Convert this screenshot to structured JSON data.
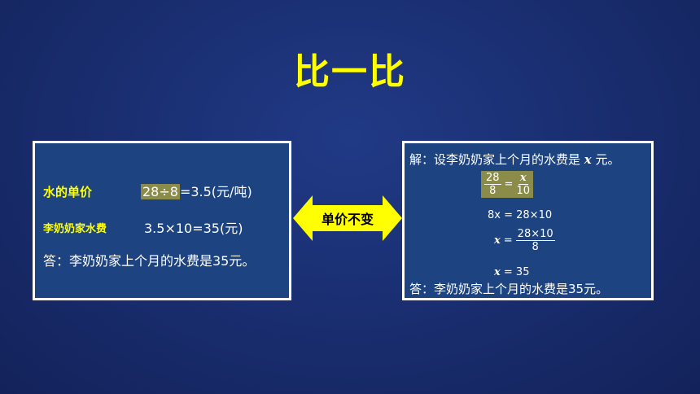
{
  "title": "比一比",
  "left": {
    "unit_price_label": "水的单价",
    "unit_price_expr_hl": "28÷8",
    "unit_price_expr_rest": "=3.5(元/吨)",
    "water_fee_label": "李奶奶家水费",
    "water_fee_expr": "3.5×10=35(元)",
    "answer": "答：李奶奶家上个月的水费是35元。"
  },
  "arrow": {
    "label": "单价不变"
  },
  "right": {
    "intro": "解：设李奶奶家上个月的水费是",
    "var": "x",
    "intro_unit": "元。",
    "frac1_num": "28",
    "frac1_den": "8",
    "frac2_num": "x",
    "frac2_den": "10",
    "eq_sign": "=",
    "line2_var": "8x",
    "line2_rest": "= 28×10",
    "line3_var": "x",
    "line3_eq": "=",
    "line3_num": "28×10",
    "line3_den": "8",
    "line4_var": "x",
    "line4_rest": "= 35",
    "answer": "答：李奶奶家上个月的水费是35元。"
  },
  "colors": {
    "accent": "#ffff00",
    "panel": "#1d4480",
    "background": "#1a2f72"
  }
}
